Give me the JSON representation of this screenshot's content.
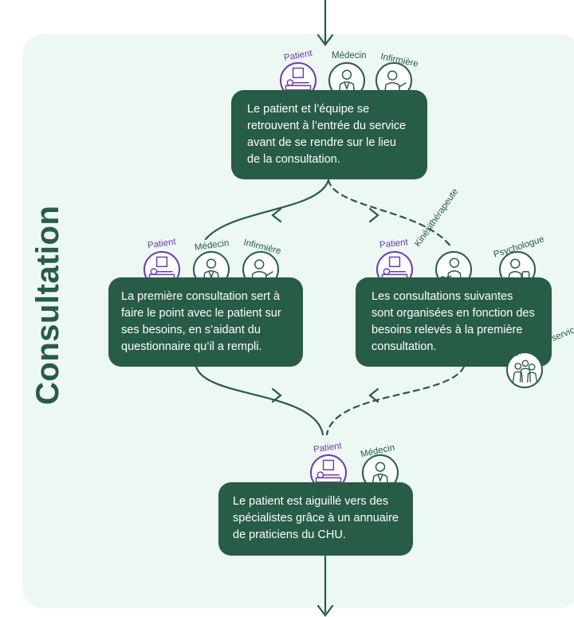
{
  "section_title": "Consultation",
  "colors": {
    "panel": "#eef8f3",
    "box": "#275c47",
    "patient": "#6b3ab5",
    "staff": "#275c47"
  },
  "steps": [
    {
      "text": "Le patient et l’équipe se retrouvent à l’entrée du service avant de se rendre sur le lieu de la consultation.",
      "roles": [
        "Patient",
        "Médecin",
        "Infirmière"
      ]
    },
    {
      "text": "La première consultation sert à faire le point avec le patient sur ses besoins, en s’aidant du questionnaire qu’il a rempli.",
      "roles": [
        "Patient",
        "Médecin",
        "Infirmière"
      ]
    },
    {
      "text": "Les consultations suivantes sont organisées en fonction des besoins relevés à la première consultation.",
      "roles": [
        "Patient",
        "Kinésithérapeute",
        "Psychologue",
        "Membre du service"
      ]
    },
    {
      "text": "Le patient  est aiguillé vers des spécialistes grâce à un annuaire de praticiens du CHU.",
      "roles": [
        "Patient",
        "Médecin"
      ]
    }
  ],
  "icons": {
    "patient": "patient-in-bed-icon",
    "doctor": "doctor-icon",
    "nurse": "nurse-icon",
    "physio": "physiotherapist-icon",
    "psychologist": "psychologist-icon",
    "staff": "staff-group-icon"
  }
}
